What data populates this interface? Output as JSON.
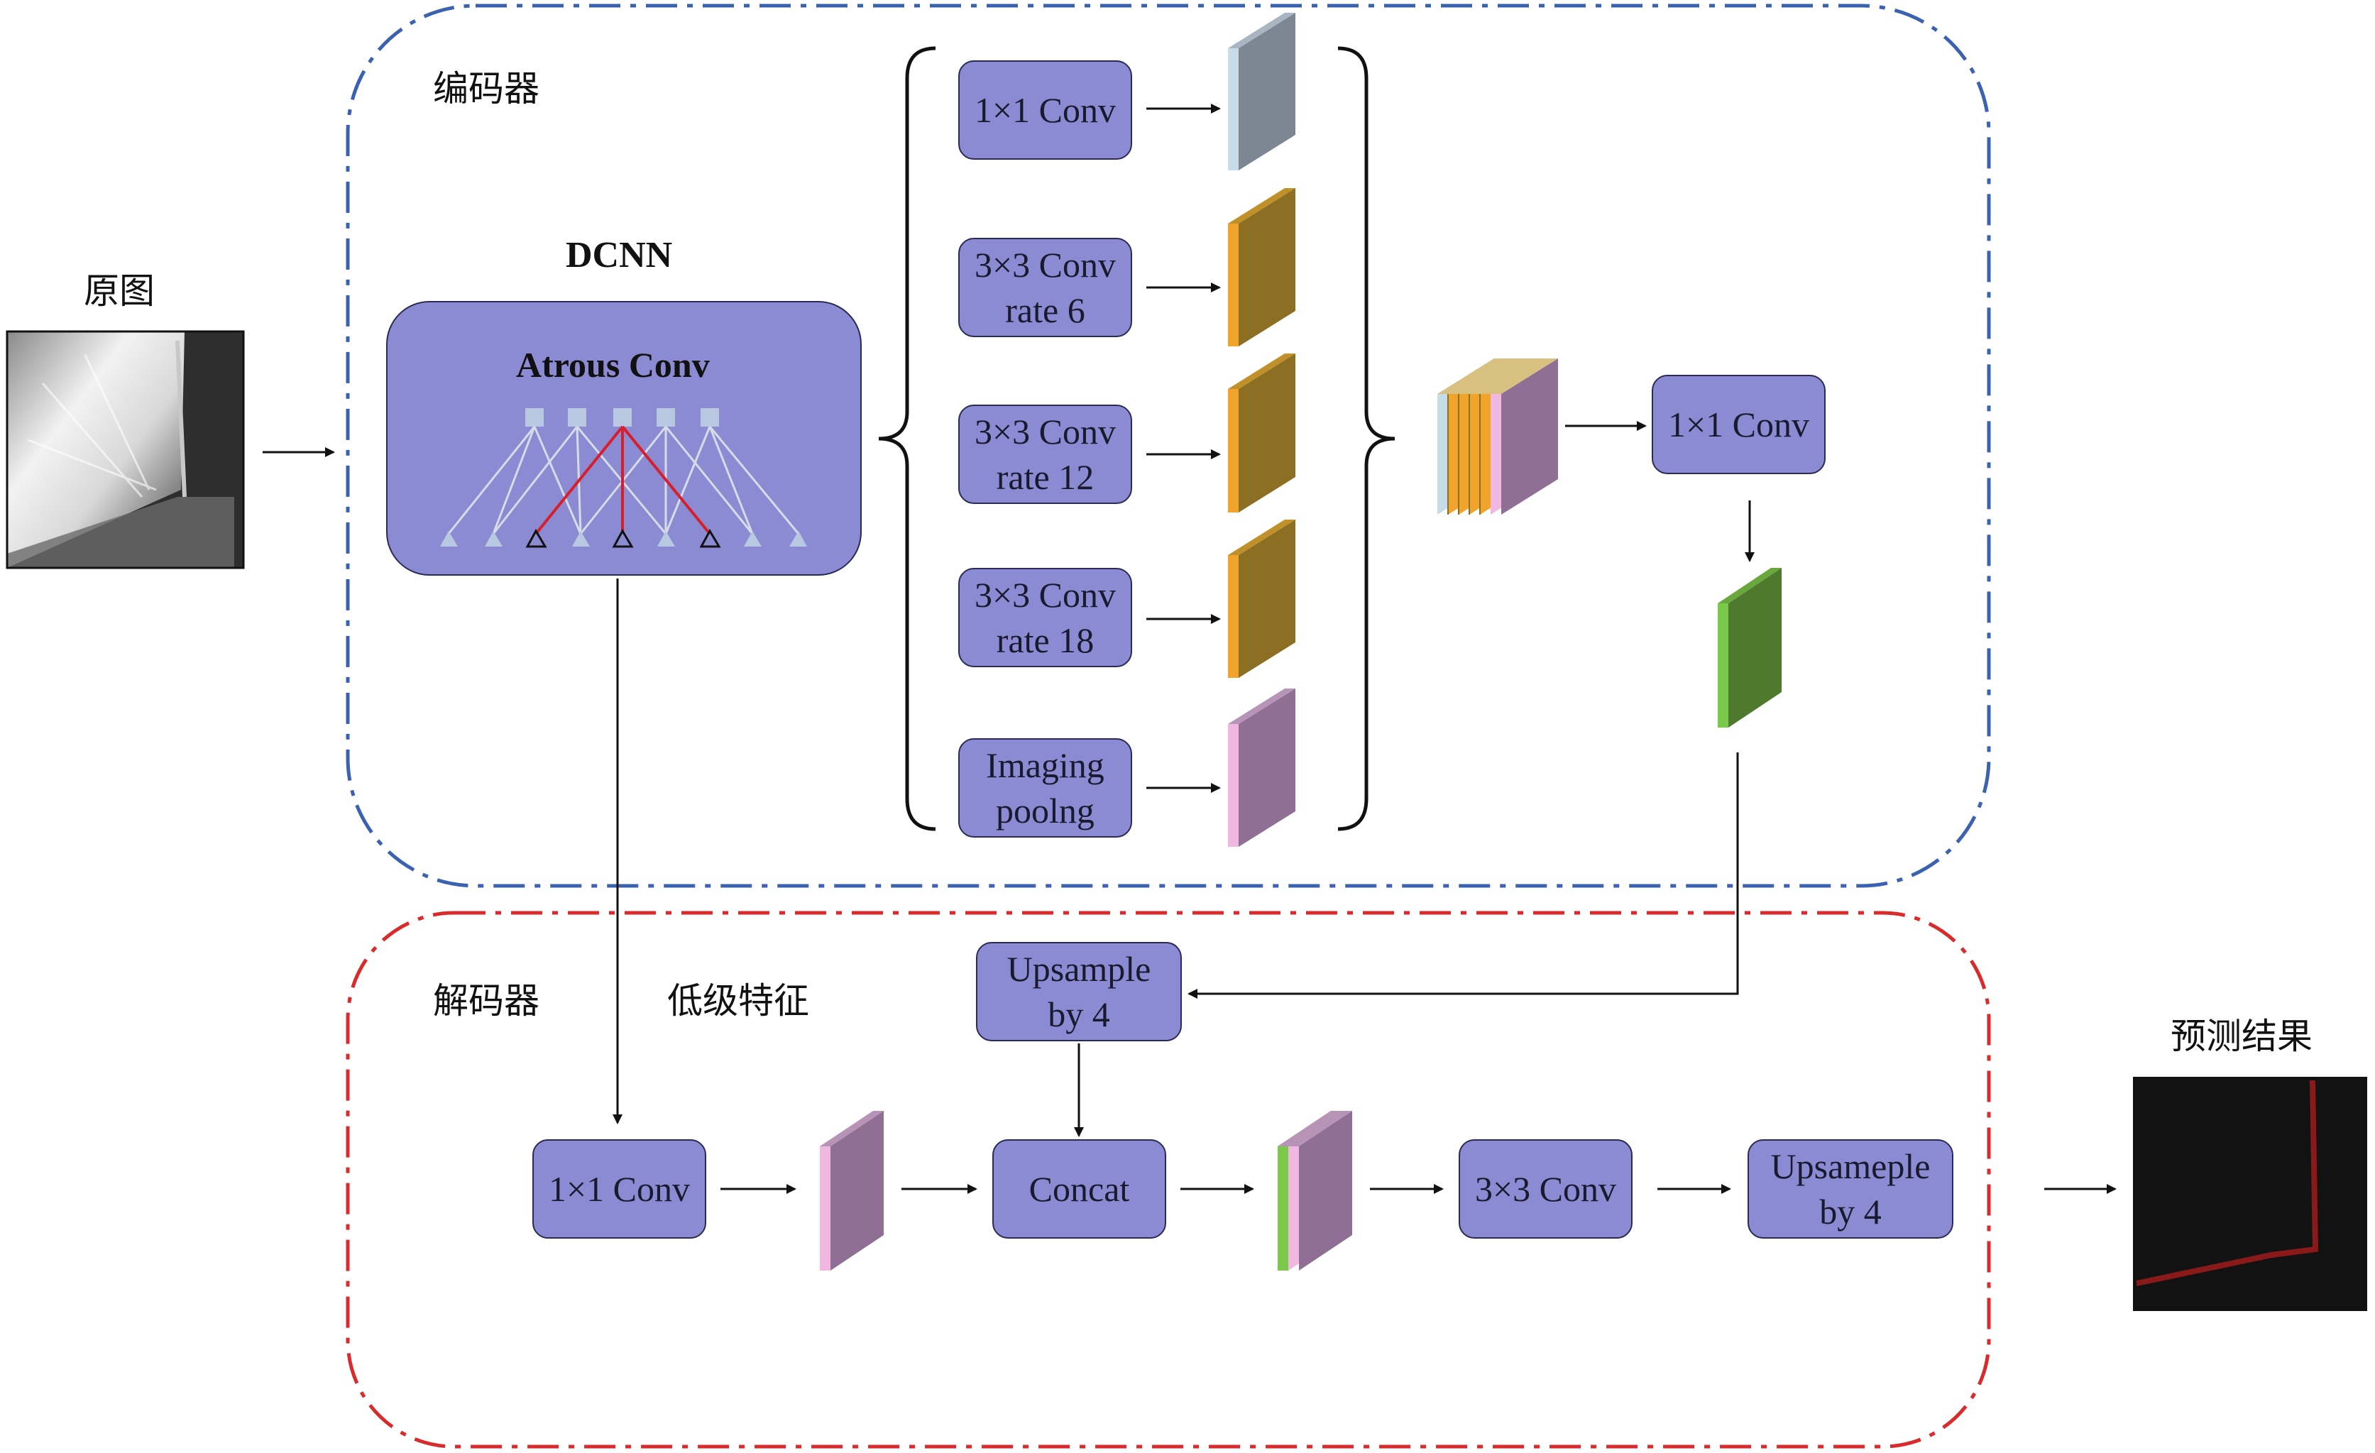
{
  "labels": {
    "original": "原图",
    "encoder": "编码器",
    "decoder": "解码器",
    "low_level": "低级特征",
    "prediction": "预测结果",
    "dcnn": "DCNN",
    "atrous": "Atrous Conv"
  },
  "boxes": {
    "aspp_conv1": "1×1 Conv",
    "aspp_conv3_r6": "3×3 Conv\nrate 6",
    "aspp_conv3_r12": "3×3 Conv\nrate 12",
    "aspp_conv3_r18": "3×3 Conv\nrate 18",
    "aspp_pool": "Imaging\npoolng",
    "enc_conv1": "1×1 Conv",
    "upsample1": "Upsample\nby 4",
    "dec_conv1": "1×1 Conv",
    "concat": "Concat",
    "dec_conv3": "3×3 Conv",
    "upsample2": "Upsameple\nby 4"
  },
  "colors": {
    "box_fill": "#8b8bd4",
    "encoder_border": "#3a62b0",
    "decoder_border": "#d92b2b",
    "feature_gray": "#7d8794",
    "feature_orange": "#8c6f22",
    "feature_pink": "#8f6f93",
    "feature_green": "#4f7a2e",
    "atrous_red": "#d61f2a"
  }
}
